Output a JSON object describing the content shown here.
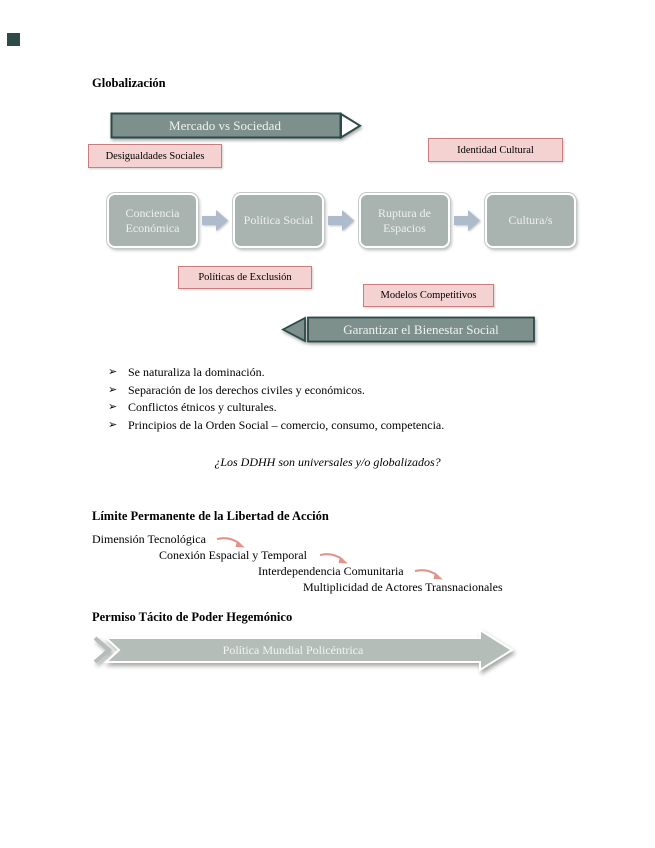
{
  "page": {
    "title": "Globalización"
  },
  "shapes": {
    "mercado_arrow": {
      "label": "Mercado vs Sociedad"
    },
    "desigualdades_box": {
      "label": "Desigualdades Sociales"
    },
    "identidad_box": {
      "label": "Identidad Cultural"
    },
    "flow_boxes": [
      {
        "label": "Conciencia Económica"
      },
      {
        "label": "Política Social"
      },
      {
        "label": "Ruptura de Espacios"
      },
      {
        "label": "Cultura/s"
      }
    ],
    "politicas_box": {
      "label": "Políticas de Exclusión"
    },
    "modelos_box": {
      "label": "Modelos Competitivos"
    },
    "garantizar_arrow": {
      "label": "Garantizar el Bienestar Social"
    },
    "politica_mundial_arrow": {
      "label": "Política Mundial Policéntrica"
    }
  },
  "list": {
    "bullet_glyph": "➢",
    "items": [
      "Se naturaliza la dominación.",
      "Separación de los derechos civiles y económicos.",
      "Conflictos étnicos y culturales.",
      "Principios de la Orden Social – comercio, consumo, competencia."
    ]
  },
  "question": "¿Los DDHH son universales y/o globalizados?",
  "sections": {
    "limite_heading": "Límite Permanente de la Libertad de Acción",
    "cascade": [
      "Dimensión Tecnológica",
      "Conexión Espacial y Temporal",
      "Interdependencia Comunitaria",
      "Multiplicidad de Actores Transnacionales"
    ],
    "permiso_heading": "Permiso Tácito de Poder Hegemónico"
  },
  "colors": {
    "dark_teal_border": "#2c4a4a",
    "sage_fill": "#7e908b",
    "pink_fill": "#f5d2d2",
    "pink_border": "#c87e7e",
    "gray_box_fill": "#a9b3af",
    "steel_connector": "#aebbca",
    "light_gray_arrow": "#b5bdb9",
    "salmon_arrow": "#e2948a"
  }
}
